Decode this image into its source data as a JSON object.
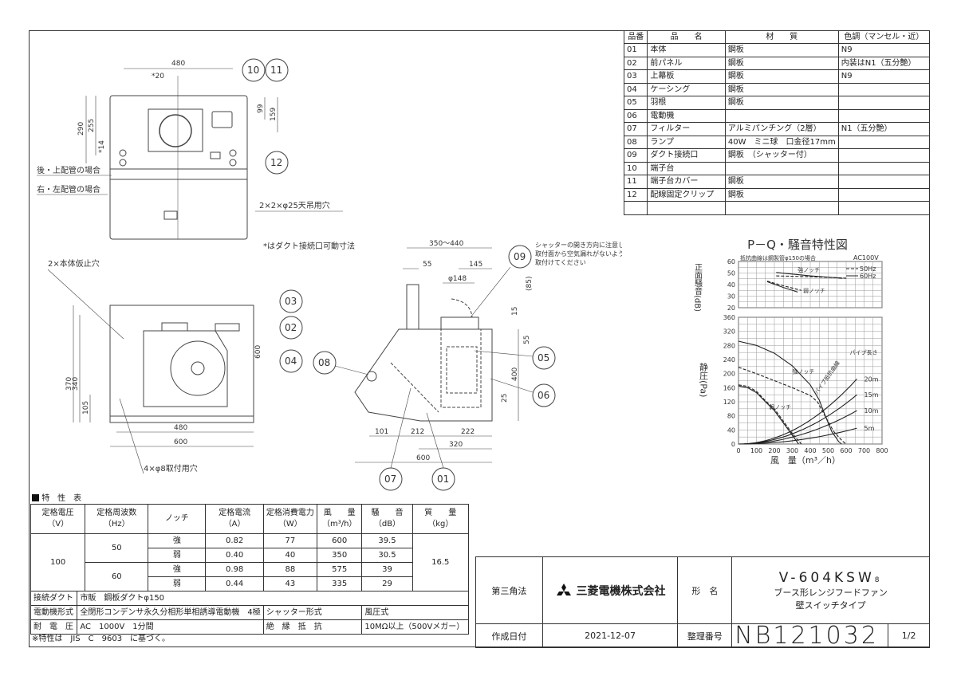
{
  "parts_table": {
    "headers": [
      "品番",
      "品　　名",
      "材　　質",
      "色調（マンセル・近）"
    ],
    "rows": [
      {
        "no": "01",
        "name": "本体",
        "material": "鋼板",
        "color": "N9"
      },
      {
        "no": "02",
        "name": "前パネル",
        "material": "鋼板",
        "color": "内装はN1（五分艶）"
      },
      {
        "no": "03",
        "name": "上幕板",
        "material": "鋼板",
        "color": "N9"
      },
      {
        "no": "04",
        "name": "ケーシング",
        "material": "鋼板",
        "color": ""
      },
      {
        "no": "05",
        "name": "羽根",
        "material": "鋼板",
        "color": ""
      },
      {
        "no": "06",
        "name": "電動機",
        "material": "",
        "color": ""
      },
      {
        "no": "07",
        "name": "フィルター",
        "material": "アルミパンチング（2層）",
        "color": "N1（五分艶）"
      },
      {
        "no": "08",
        "name": "ランプ",
        "material": "40W　ミニ球　口金径17mm",
        "color": ""
      },
      {
        "no": "09",
        "name": "ダクト接続口",
        "material": "鋼板　（シャッター付）",
        "color": ""
      },
      {
        "no": "10",
        "name": "端子台",
        "material": "",
        "color": ""
      },
      {
        "no": "11",
        "name": "端子台カバー",
        "material": "鋼板",
        "color": ""
      },
      {
        "no": "12",
        "name": "配線固定クリップ",
        "material": "鋼板",
        "color": ""
      }
    ]
  },
  "top_view": {
    "dim_480": "480",
    "dim_20": "*20",
    "dim_290": "290",
    "dim_255": "255",
    "dim_14": "*14",
    "dim_99": "99",
    "dim_159": "159",
    "callouts": [
      "10",
      "11",
      "12"
    ],
    "label_rear": "後・上配管の場合",
    "label_side": "右・左配管の場合",
    "label_holes": "2×2×φ25天吊用穴",
    "note": "*はダクト接続口可動寸法"
  },
  "front_view": {
    "label_temp_holes": "2×本体仮止穴",
    "dim_370": "370",
    "dim_340": "340",
    "dim_105": "105",
    "dim_600v": "600",
    "dim_480": "480",
    "dim_600": "600",
    "label_mount": "4×φ8取付用穴",
    "callouts": [
      "03",
      "02",
      "04"
    ]
  },
  "side_view": {
    "dim_350_440": "350～440",
    "dim_55": "55",
    "dim_145": "145",
    "dim_148": "φ148",
    "dim_85": "(85)",
    "dim_15": "15",
    "dim_55v": "55",
    "dim_400": "400",
    "dim_25": "25",
    "dim_101": "101",
    "dim_212": "212",
    "dim_222": "222",
    "dim_320": "320",
    "dim_600": "600",
    "callouts": {
      "c09": "09",
      "c05": "05",
      "c06": "06",
      "c08": "08",
      "c07": "07",
      "c01": "01"
    },
    "note": [
      "シャッターの開き方向に注意し、",
      "取付面から空気漏れがないように",
      "取付けてください"
    ]
  },
  "chart_data": {
    "type": "line",
    "title": "P－Q・騒音特性図",
    "subtitle": "抵抗曲線は鋼製管φ150の場合",
    "supply": "AC100V",
    "xlabel": "風　量（m³／h）",
    "x_ticks": [
      0,
      100,
      200,
      300,
      400,
      500,
      600,
      700,
      800
    ],
    "xlim": [
      0,
      800
    ],
    "legend": [
      {
        "name": "50Hz",
        "style": "dashed"
      },
      {
        "name": "60Hz",
        "style": "solid"
      }
    ],
    "noise": {
      "ylabel": "正面騒音(dB)",
      "ylim": [
        20,
        60
      ],
      "y_ticks": [
        20,
        30,
        40,
        50,
        60
      ],
      "labels": {
        "strong": "強ノッチ",
        "weak": "弱ノッチ"
      },
      "series": [
        {
          "name": "強ノッチ 60Hz",
          "style": "solid",
          "points": [
            [
              210,
              50.5
            ],
            [
              400,
              47.5
            ],
            [
              580,
              45.5
            ]
          ]
        },
        {
          "name": "強ノッチ 50Hz",
          "style": "dashed",
          "points": [
            [
              210,
              47.5
            ],
            [
              400,
              46.8
            ],
            [
              610,
              45.5
            ]
          ]
        },
        {
          "name": "弱ノッチ 60Hz",
          "style": "solid",
          "points": [
            [
              160,
              42.5
            ],
            [
              250,
              37.5
            ],
            [
              330,
              33.5
            ]
          ]
        },
        {
          "name": "弱ノッチ 50Hz",
          "style": "dashed",
          "points": [
            [
              160,
              43
            ],
            [
              250,
              39
            ],
            [
              350,
              35
            ]
          ]
        }
      ]
    },
    "pressure": {
      "ylabel": "静圧(Pa)",
      "ylim": [
        0,
        360
      ],
      "y_ticks": [
        0,
        40,
        80,
        120,
        160,
        200,
        240,
        280,
        320,
        360
      ],
      "labels": {
        "strong": "強ノッチ",
        "weak": "弱ノッチ",
        "pipe_curve": "パイプ抵抗曲線",
        "pipe_length": "パイプ長さ"
      },
      "series": [
        {
          "name": "強ノッチ 60Hz",
          "style": "solid",
          "points": [
            [
              0,
              292
            ],
            [
              100,
              280
            ],
            [
              200,
              258
            ],
            [
              300,
              222
            ],
            [
              400,
              168
            ],
            [
              450,
              125
            ],
            [
              480,
              85
            ],
            [
              520,
              35
            ],
            [
              560,
              6
            ],
            [
              575,
              0
            ]
          ]
        },
        {
          "name": "強ノッチ 50Hz",
          "style": "dashed",
          "points": [
            [
              0,
              218
            ],
            [
              100,
              200
            ],
            [
              200,
              180
            ],
            [
              300,
              160
            ],
            [
              400,
              138
            ],
            [
              440,
              120
            ],
            [
              480,
              82
            ],
            [
              530,
              36
            ],
            [
              580,
              8
            ],
            [
              600,
              0
            ]
          ]
        },
        {
          "name": "弱ノッチ 60Hz",
          "style": "solid",
          "points": [
            [
              0,
              165
            ],
            [
              50,
              160
            ],
            [
              100,
              146
            ],
            [
              150,
              120
            ],
            [
              200,
              95
            ],
            [
              250,
              60
            ],
            [
              300,
              25
            ],
            [
              335,
              0
            ]
          ]
        },
        {
          "name": "弱ノッチ 50Hz",
          "style": "dashed",
          "points": [
            [
              0,
              168
            ],
            [
              50,
              164
            ],
            [
              100,
              150
            ],
            [
              150,
              123
            ],
            [
              200,
              100
            ],
            [
              250,
              65
            ],
            [
              300,
              30
            ],
            [
              350,
              0
            ]
          ]
        }
      ],
      "pipe_curves": [
        {
          "name": "20m",
          "value_at_660": 185
        },
        {
          "name": "15m",
          "value_at_660": 140
        },
        {
          "name": "10m",
          "value_at_660": 95
        },
        {
          "name": "5m",
          "value_at_660": 45
        }
      ]
    }
  },
  "spec_table": {
    "title": "特　性　表",
    "headers": [
      [
        "定格電圧",
        "（V）"
      ],
      [
        "定格周波数",
        "（Hz）"
      ],
      [
        "ノッチ",
        ""
      ],
      [
        "定格電流",
        "（A）"
      ],
      [
        "定格消費電力",
        "（W）"
      ],
      [
        "風　　量",
        "（m³/h）"
      ],
      [
        "騒　　音",
        "（dB）"
      ],
      [
        "質　　量",
        "（kg）"
      ]
    ],
    "voltage": "100",
    "mass": "16.5",
    "groups": [
      {
        "hz": "50",
        "rows": [
          {
            "notch": "強",
            "current": "0.82",
            "power": "77",
            "airflow": "600",
            "noise": "39.5"
          },
          {
            "notch": "弱",
            "current": "0.40",
            "power": "40",
            "airflow": "350",
            "noise": "30.5"
          }
        ]
      },
      {
        "hz": "60",
        "rows": [
          {
            "notch": "強",
            "current": "0.98",
            "power": "88",
            "airflow": "575",
            "noise": "39"
          },
          {
            "notch": "弱",
            "current": "0.44",
            "power": "43",
            "airflow": "335",
            "noise": "29"
          }
        ]
      }
    ],
    "duct_label": "接続ダクト",
    "duct_value": "市販　鋼板ダクトφ150",
    "motor_label": "電動機形式",
    "motor_value": "全閉形コンデンサ永久分相形単相誘導電動機　4極",
    "shutter_label": "シャッター形式",
    "shutter_value": "風圧式",
    "withstand_label": "耐　電　圧",
    "withstand_value": "AC　1000V　1分間",
    "insulation_label": "絶　縁　抵　抗",
    "insulation_value": "10MΩ以上（500Vメガー）",
    "note": "※特性は　JIS　C　9603　に基づく。"
  },
  "title_block": {
    "projection": "第三角法",
    "company": "三菱電機株式会社",
    "model_label": "形　名",
    "model": "V-604KSW",
    "model_suffix": "8",
    "product_name": "ブース形レンジフードファン",
    "product_type": "壁スイッチタイプ",
    "date_label": "作成日付",
    "date": "2021-12-07",
    "doc_no_label": "整理番号",
    "doc_no": "NB121032",
    "page": "1/2"
  }
}
